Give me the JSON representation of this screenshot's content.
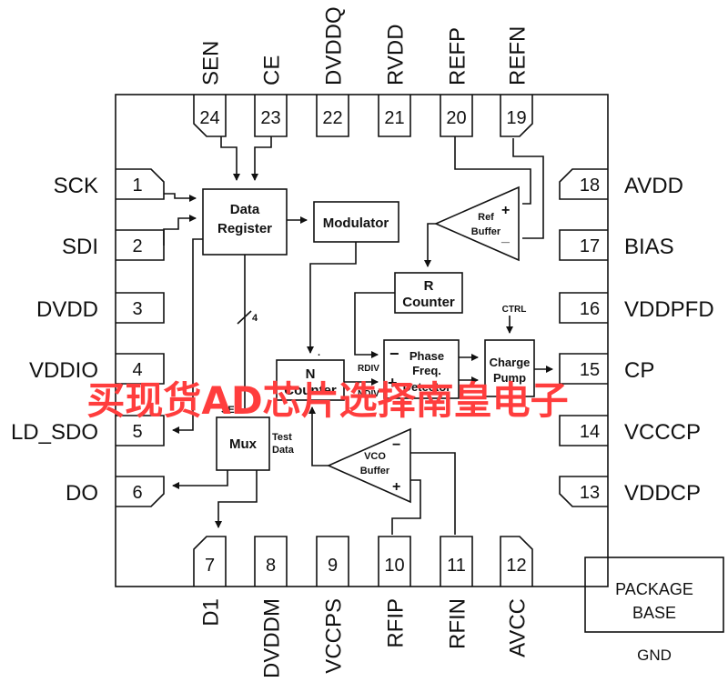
{
  "pins_top": [
    {
      "num": "24",
      "name": "SEN"
    },
    {
      "num": "23",
      "name": "CE"
    },
    {
      "num": "22",
      "name": "DVDDQ"
    },
    {
      "num": "21",
      "name": "RVDD"
    },
    {
      "num": "20",
      "name": "REFP"
    },
    {
      "num": "19",
      "name": "REFN"
    }
  ],
  "pins_left": [
    {
      "num": "1",
      "name": "SCK"
    },
    {
      "num": "2",
      "name": "SDI"
    },
    {
      "num": "3",
      "name": "DVDD"
    },
    {
      "num": "4",
      "name": "VDDIO"
    },
    {
      "num": "5",
      "name": "LD_SDO"
    },
    {
      "num": "6",
      "name": "DO"
    }
  ],
  "pins_right": [
    {
      "num": "18",
      "name": "AVDD"
    },
    {
      "num": "17",
      "name": "BIAS"
    },
    {
      "num": "16",
      "name": "VDDPFD"
    },
    {
      "num": "15",
      "name": "CP"
    },
    {
      "num": "14",
      "name": "VCCCP"
    },
    {
      "num": "13",
      "name": "VDDCP"
    }
  ],
  "pins_bottom": [
    {
      "num": "7",
      "name": "D1"
    },
    {
      "num": "8",
      "name": "DVDDM"
    },
    {
      "num": "9",
      "name": "VCCPS"
    },
    {
      "num": "10",
      "name": "RFIP"
    },
    {
      "num": "11",
      "name": "RFIN"
    },
    {
      "num": "12",
      "name": "AVCC"
    }
  ],
  "blocks": {
    "data_register": [
      "Data",
      "Register"
    ],
    "modulator": "Modulator",
    "r_counter": [
      "R",
      "Counter"
    ],
    "n_counter": [
      "N",
      "Counter"
    ],
    "phase_detector": [
      "Phase",
      "Freq.",
      "Detector"
    ],
    "charge_pump": [
      "Charge",
      "Pump"
    ],
    "mux": "Mux",
    "ref_buffer": [
      "Ref",
      "Buffer"
    ],
    "vco_buffer": [
      "VCO",
      "Buffer"
    ]
  },
  "signals": {
    "rdiv": "RDIV",
    "ndiv": "NDIV",
    "ctrl": "CTRL",
    "sel": "SEL",
    "test_data": [
      "Test",
      "Data"
    ],
    "bus_width": "4",
    "dot": "."
  },
  "package": {
    "base": [
      "PACKAGE",
      "BASE"
    ],
    "gnd": "GND"
  },
  "watermark": "买现货AD芯片选择南皇电子"
}
